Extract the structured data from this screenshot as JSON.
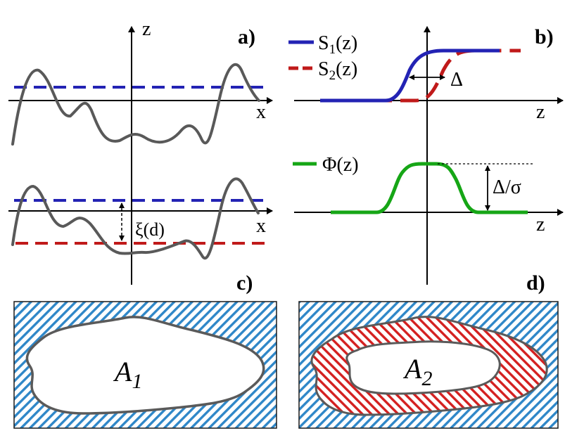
{
  "colors": {
    "blue": "#2323b4",
    "red": "#c01a1a",
    "green": "#16a616",
    "gray": "#595959",
    "hatch_blue": "#2f87c8",
    "hatch_red": "#d42020"
  },
  "panels": {
    "a": {
      "label": "a)",
      "axis_z": "z",
      "axis_x_top": "x",
      "axis_x_bottom": "x",
      "xi_label": "ξ(d)"
    },
    "b": {
      "label": "b)",
      "axis_z": "z",
      "legend_s1": "S",
      "legend_s1_sub": "1",
      "legend_s1_tail": "(z)",
      "legend_s2": "S",
      "legend_s2_sub": "2",
      "legend_s2_tail": "(z)",
      "delta": "Δ"
    },
    "phi": {
      "legend": "Φ(z)",
      "axis_z": "z",
      "delta_sigma": "Δ/σ"
    },
    "c": {
      "label": "c)",
      "area": "A",
      "area_sub": "1"
    },
    "d": {
      "label": "d)",
      "area": "A",
      "area_sub": "2"
    }
  }
}
